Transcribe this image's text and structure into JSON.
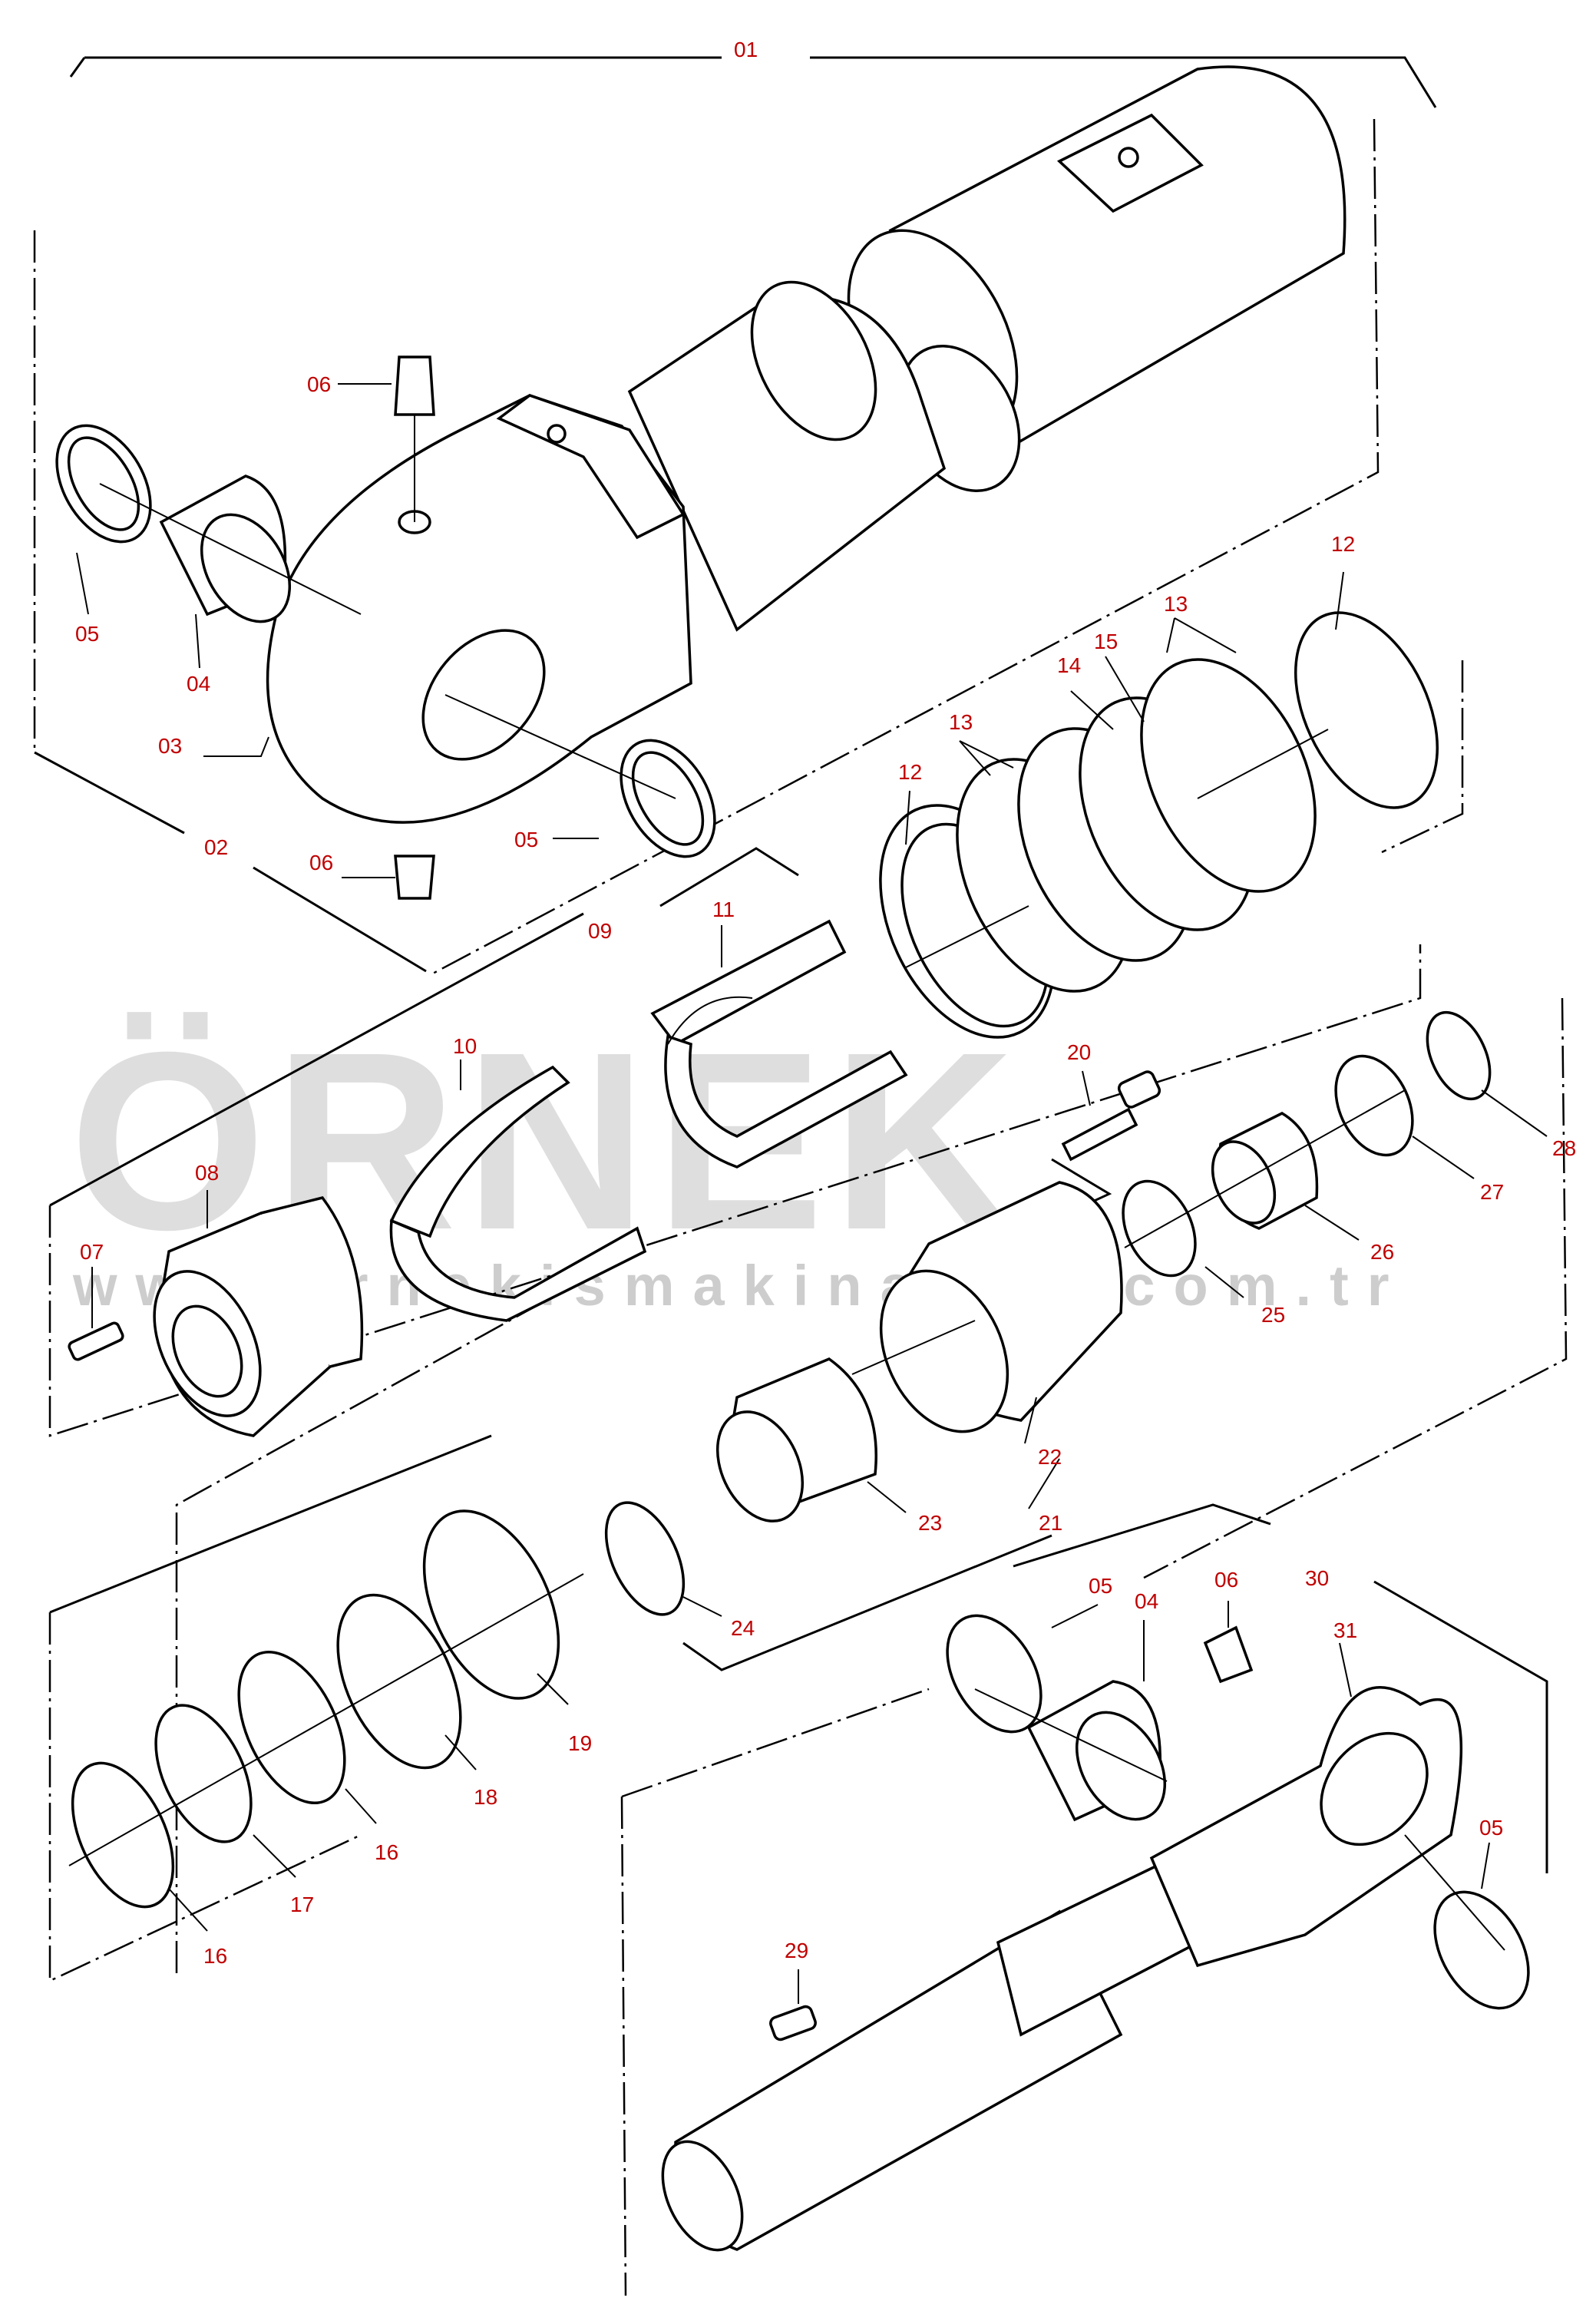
{
  "diagram": {
    "labels": {
      "l01": "01",
      "l02": "02",
      "l03": "03",
      "l04a": "04",
      "l04b": "04",
      "l05a": "05",
      "l05b": "05",
      "l05c": "05",
      "l05d": "05",
      "l06a": "06",
      "l06b": "06",
      "l06c": "06",
      "l07": "07",
      "l08": "08",
      "l09": "09",
      "l10": "10",
      "l11": "11",
      "l12a": "12",
      "l12b": "12",
      "l13a": "13",
      "l13b": "13",
      "l14": "14",
      "l15": "15",
      "l16a": "16",
      "l16b": "16",
      "l17": "17",
      "l18": "18",
      "l19": "19",
      "l20": "20",
      "l21": "21",
      "l22": "22",
      "l23": "23",
      "l24": "24",
      "l25": "25",
      "l26": "26",
      "l27": "27",
      "l28": "28",
      "l29": "29",
      "l30": "30",
      "l31": "31"
    }
  },
  "watermark": {
    "brand": "ÖRNEK",
    "url": "www.ornekismakinalari.com.tr",
    "accent_color": "#f5c400"
  }
}
